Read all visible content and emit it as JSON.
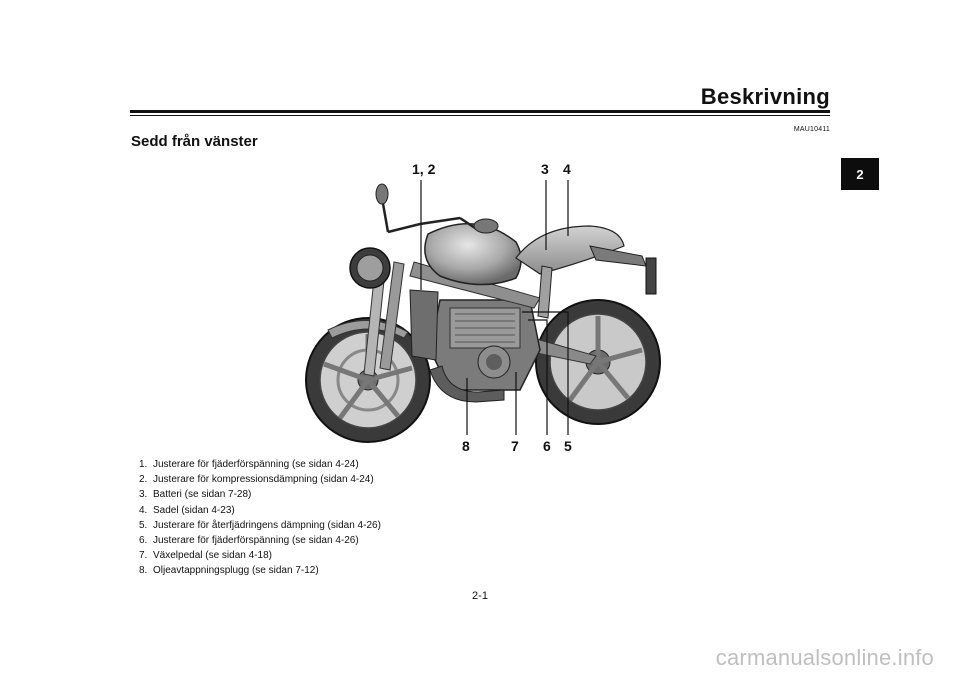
{
  "header": {
    "chapter_title": "Beskrivning",
    "section_title": "Sedd från vänster",
    "doc_code": "MAU10411"
  },
  "chapter_tab": "2",
  "figure": {
    "callouts_top": [
      "1, 2",
      "3",
      "4"
    ],
    "callouts_bottom": [
      "8",
      "7",
      "6",
      "5"
    ]
  },
  "legend": [
    {
      "num": "1.",
      "text": "Justerare för fjäderförspänning (se sidan 4-24)"
    },
    {
      "num": "2.",
      "text": "Justerare för kompressionsdämpning (sidan 4-24)"
    },
    {
      "num": "3.",
      "text": "Batteri (se sidan 7-28)"
    },
    {
      "num": "4.",
      "text": "Sadel (sidan 4-23)"
    },
    {
      "num": "5.",
      "text": "Justerare för återfjädringens dämpning (sidan 4-26)"
    },
    {
      "num": "6.",
      "text": "Justerare för fjäderförspänning (se sidan 4-26)"
    },
    {
      "num": "7.",
      "text": "Växelpedal (se sidan 4-18)"
    },
    {
      "num": "8.",
      "text": "Oljeavtappningsplugg (se sidan 7-12)"
    }
  ],
  "footer": {
    "page_number": "2-1",
    "watermark": "carmanualsonline.info"
  }
}
